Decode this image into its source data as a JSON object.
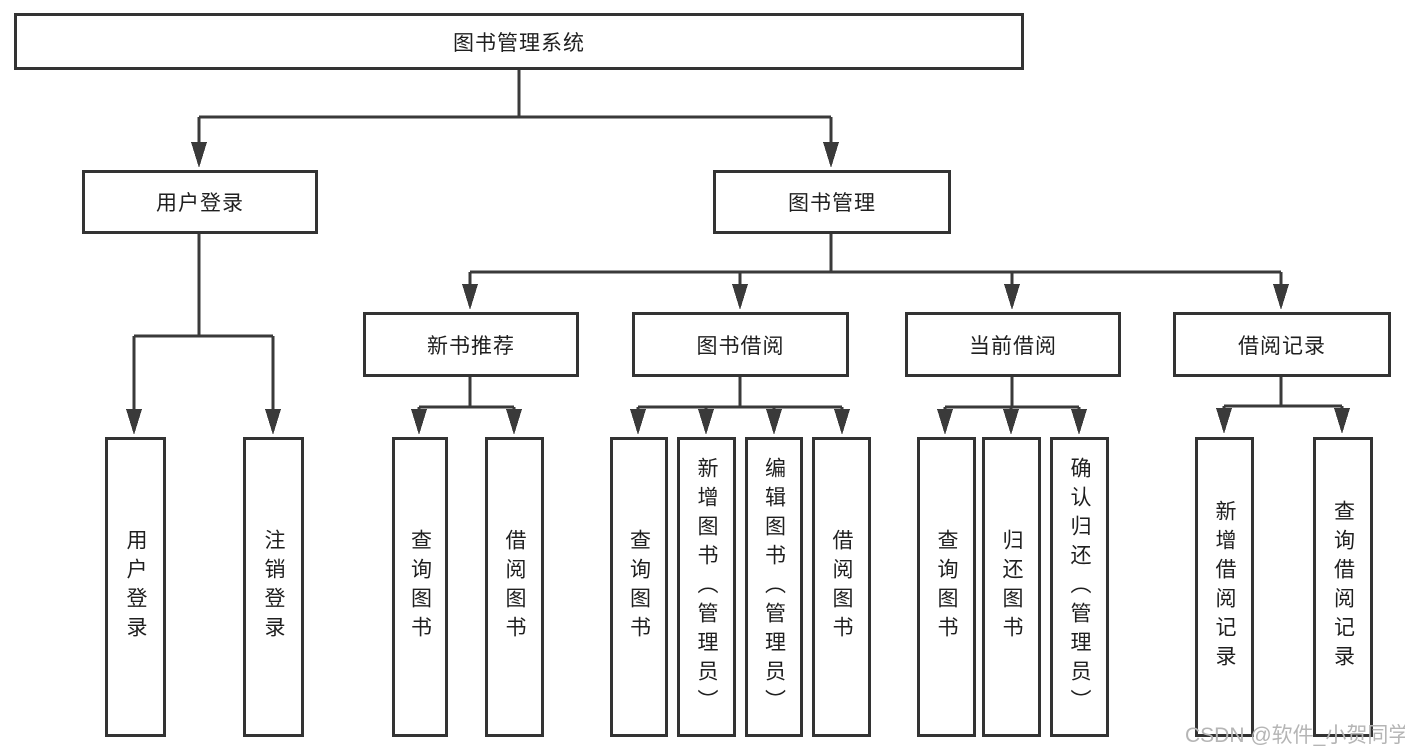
{
  "diagram": {
    "type": "tree",
    "tree": {
      "root": {
        "label": "图书管理系统",
        "children": [
          {
            "label": "用户登录",
            "children": [
              {
                "label": "用户登录"
              },
              {
                "label": "注销登录"
              }
            ]
          },
          {
            "label": "图书管理",
            "children": [
              {
                "label": "新书推荐",
                "children": [
                  {
                    "label": "查询图书"
                  },
                  {
                    "label": "借阅图书"
                  }
                ]
              },
              {
                "label": "图书借阅",
                "children": [
                  {
                    "label": "查询图书"
                  },
                  {
                    "label": "新增图书（管理员）"
                  },
                  {
                    "label": "编辑图书（管理员）"
                  },
                  {
                    "label": "借阅图书"
                  }
                ]
              },
              {
                "label": "当前借阅",
                "children": [
                  {
                    "label": "查询图书"
                  },
                  {
                    "label": "归还图书"
                  },
                  {
                    "label": "确认归还（管理员）"
                  }
                ]
              },
              {
                "label": "借阅记录",
                "children": [
                  {
                    "label": "新增借阅记录"
                  },
                  {
                    "label": "查询借阅记录"
                  }
                ]
              }
            ]
          }
        ]
      }
    },
    "colors": {
      "line": "#3a3a3a",
      "box_border": "#333333",
      "box_background": "#ffffff",
      "text": "#1f1f1f",
      "watermark": "#b5b5b5"
    }
  },
  "watermark": "CSDN @软件_小贺同学"
}
